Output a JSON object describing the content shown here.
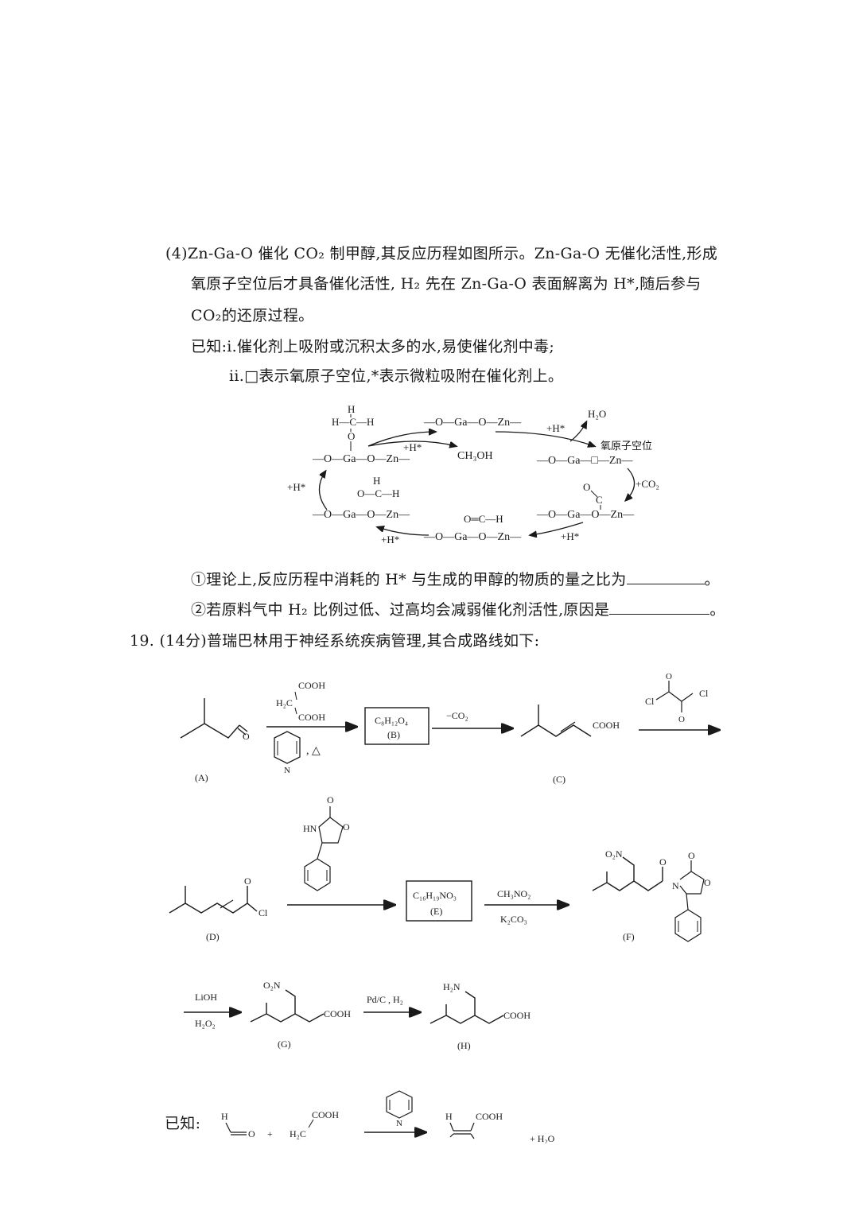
{
  "part4": {
    "line1": "(4)Zn-Ga-O 催化 CO₂ 制甲醇,其反应历程如图所示。Zn-Ga-O 无催化活性,形成",
    "line2": "氧原子空位后才具备催化活性, H₂ 先在 Zn-Ga-O 表面解离为 H*,随后参与",
    "line3": "CO₂的还原过程。",
    "known_i": "已知:i.催化剂上吸附或沉积太多的水,易使催化剂中毒;",
    "known_ii": "ii.□表示氧原子空位,*表示微粒吸附在催化剂上。"
  },
  "cycle_diagram": {
    "top_left_species": "—O—Ga—O—Zn—",
    "top_left_adsorbate": [
      "H",
      "H—C—H",
      "O"
    ],
    "top_middle_species": "—O—Ga—O—Zn—",
    "product_methanol": "CH₃OH",
    "product_water": "H₂O",
    "vacancy_label": "氧原子空位",
    "vacancy_species": "—O—Ga—□—Zn—",
    "right_species": "—O—Ga—O—Zn—",
    "bottom_middle_species": "—O—Ga—O—Zn—",
    "left_species": "—O—Ga—O—Zn—",
    "reagents": {
      "plus_h_top": "+H*",
      "plus_h_top_right": "+H*",
      "plus_co2": "+CO₂",
      "plus_h_bottom_right": "+H*",
      "plus_h_bottom_left": "+H*",
      "plus_h_left": "+H*"
    }
  },
  "questions": {
    "q1": "①理论上,反应历程中消耗的 H* 与生成的甲醇的物质的量之比为",
    "q2": "②若原料气中 H₂ 比例过低、过高均会减弱催化剂活性,原因是",
    "end_mark": "。"
  },
  "q19": {
    "header": "19. (14分)普瑞巴林用于神经系统疾病管理,其合成路线如下:"
  },
  "synthesis": {
    "labels": {
      "A": "(A)",
      "B": "(B)",
      "C": "(C)",
      "D": "(D)",
      "E": "(E)",
      "F": "(F)",
      "G": "(G)",
      "H": "(H)"
    },
    "box_B": "C₈H₁₂O₄",
    "box_E": "C₁₆H₁₉NO₃",
    "reagents": {
      "malonic_top": "COOH",
      "malonic_h2c": "H₂C",
      "malonic_bottom": "COOH",
      "heat": ", △",
      "pyridine_n": "N",
      "minus_co2": "−CO₂",
      "oxalyl_cl_left": "Cl",
      "oxalyl_cl_right": "Cl",
      "oxalyl_o": "O",
      "ch3no2": "CH₃NO₂",
      "k2co3": "K₂CO₃",
      "lioh": "LiOH",
      "h2o2": "H₂O₂",
      "pdc_h2": "Pd/C , H₂"
    },
    "atoms": {
      "A_O": "O",
      "C_cooh": "COOH",
      "D_O": "O",
      "D_Cl": "Cl",
      "oxaz_HN": "HN",
      "oxaz_O_ring": "O",
      "oxaz_O_top": "O",
      "F_O2N": "O₂N",
      "F_N": "N",
      "F_O_ring": "O",
      "F_O_carbonyl": "O",
      "F_O_top": "O",
      "G_O2N": "O₂N",
      "G_cooh": "COOH",
      "H_H2N": "H₂N",
      "H_cooh": "COOH"
    }
  },
  "known": {
    "label": "已知:",
    "aldehyde_H": "H",
    "aldehyde_O": "O",
    "plus": "+",
    "malonic_cooh": "COOH",
    "malonic_h2c": "H₂C",
    "product_H": "H",
    "product_cooh": "COOH",
    "plus_water": "+ H₂O"
  }
}
